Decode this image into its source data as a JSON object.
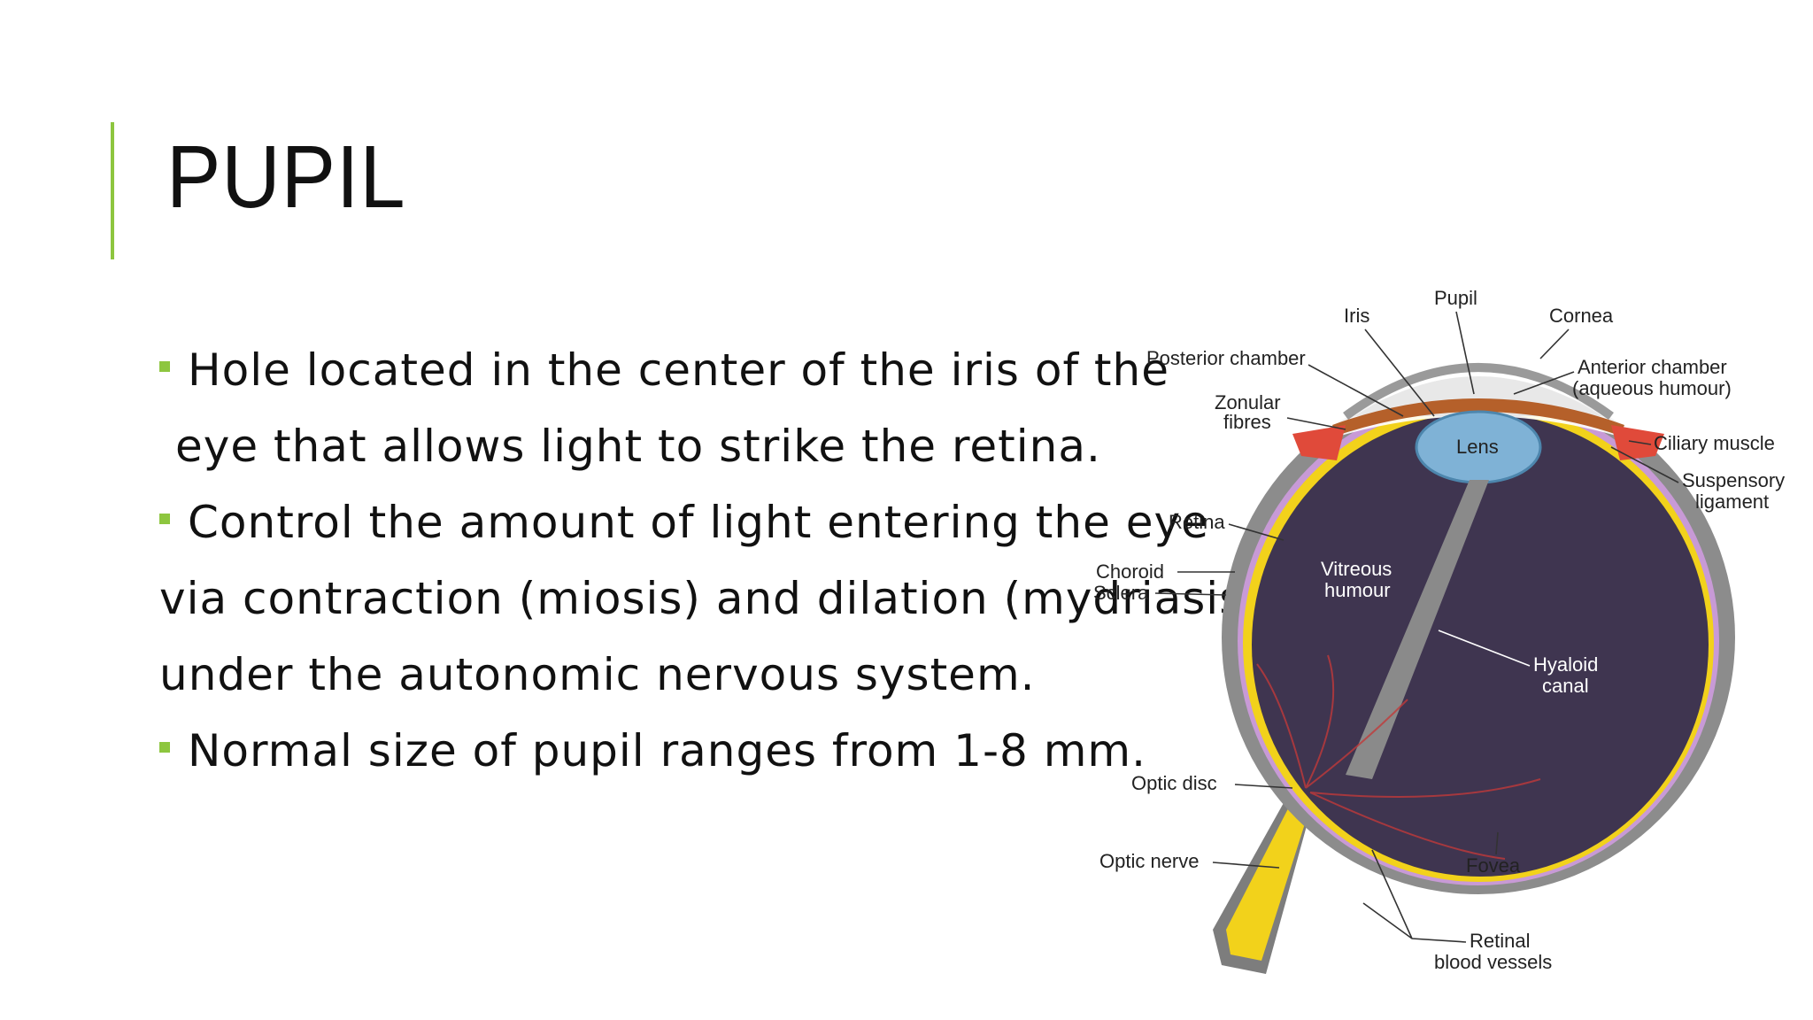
{
  "slide": {
    "title": "PUPIL",
    "accent_color": "#8dc63f",
    "bullets": [
      {
        "lines": [
          "Hole located in the center of the iris of the",
          "eye that allows light to strike the retina."
        ]
      },
      {
        "lines": [
          "Control the amount of light entering the eye",
          "via contraction (miosis) and dilation (mydriasis)",
          "under the autonomic nervous system."
        ]
      },
      {
        "lines": [
          "Normal size of pupil ranges from 1-8 mm."
        ]
      }
    ]
  },
  "diagram": {
    "labels": {
      "iris": "Iris",
      "pupil": "Pupil",
      "cornea": "Cornea",
      "posterior_chamber": "Posterior chamber",
      "anterior_chamber_1": "Anterior chamber",
      "anterior_chamber_2": "(aqueous humour)",
      "zonular_1": "Zonular",
      "zonular_2": "fibres",
      "lens": "Lens",
      "ciliary_muscle": "Ciliary muscle",
      "suspensory_1": "Suspensory",
      "suspensory_2": "ligament",
      "retina": "Retina",
      "choroid": "Choroid",
      "sclera": "Sclera",
      "vitreous_1": "Vitreous",
      "vitreous_2": "humour",
      "hyaloid_1": "Hyaloid",
      "hyaloid_2": "canal",
      "optic_disc": "Optic disc",
      "optic_nerve": "Optic nerve",
      "fovea": "Fovea",
      "retinal_1": "Retinal",
      "retinal_2": "blood vessels"
    },
    "colors": {
      "sclera": "#8c8c8c",
      "choroid": "#c89ad6",
      "retina": "#f2d21b",
      "vitreous": "#3f3550",
      "lens": "#7fb2d6",
      "iris": "#b5602a",
      "ciliary": "#e04a3a"
    }
  }
}
